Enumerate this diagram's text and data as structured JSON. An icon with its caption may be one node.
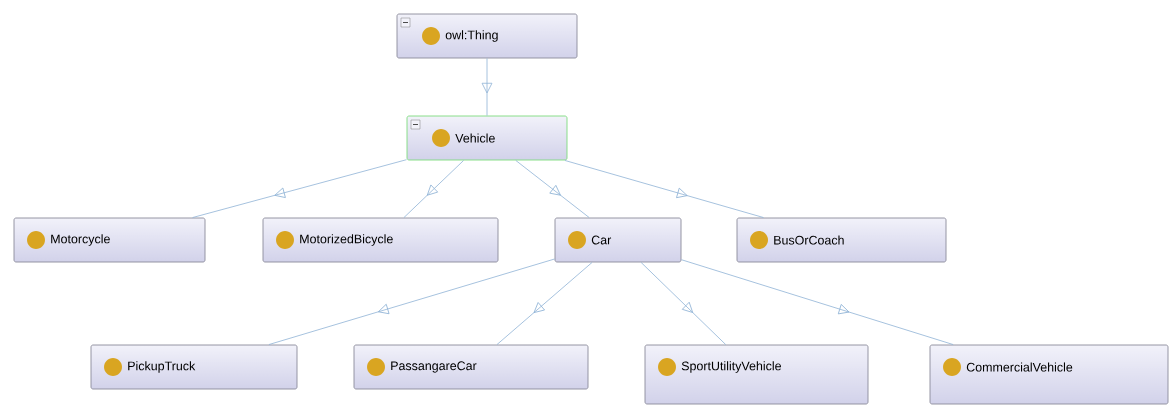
{
  "diagram": {
    "nodes": [
      {
        "text": [
          "owl:Thing"
        ]
      },
      {
        "text": [
          "Vehicle"
        ]
      },
      {
        "text": [
          "Motorcycle"
        ]
      },
      {
        "text": [
          "MotorizedBicycle"
        ]
      },
      {
        "text": [
          "Car"
        ]
      },
      {
        "text": [
          "BusOrCoach"
        ]
      },
      {
        "text": [
          "PickupTruck"
        ]
      },
      {
        "text": [
          "PassangareCar"
        ]
      },
      {
        "text": [
          "SportUtilityVehicle"
        ]
      },
      {
        "text": [
          "CommercialVehicle"
        ]
      }
    ],
    "edges": [
      {
        "from": 0,
        "to": 1,
        "arrow": "to"
      },
      {
        "from": 1,
        "to": 2,
        "arrow": "to"
      },
      {
        "from": 1,
        "to": 3,
        "arrow": "to"
      },
      {
        "from": 1,
        "to": 4,
        "arrow": "to"
      },
      {
        "from": 1,
        "to": 5,
        "arrow": "to"
      },
      {
        "from": 4,
        "to": 6,
        "arrow": "to"
      },
      {
        "from": 4,
        "to": 7,
        "arrow": "to"
      },
      {
        "from": 4,
        "to": 8,
        "arrow": "to"
      },
      {
        "from": 4,
        "to": 9,
        "arrow": "to"
      }
    ]
  }
}
